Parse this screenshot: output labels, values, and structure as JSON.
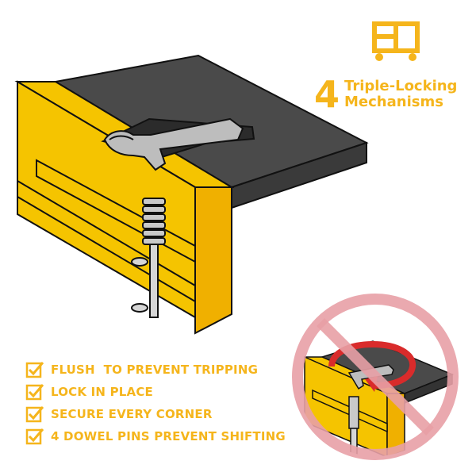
{
  "headline": {
    "number": "4",
    "line1": "Triple-Locking",
    "line2": "Mechanisms"
  },
  "features": [
    "FLUSH  TO PREVENT TRIPPING",
    "LOCK IN PLACE",
    "SECURE EVERY CORNER",
    "4 DOWEL PINS PREVENT SHIFTING"
  ],
  "icons": {
    "top": "cart-frame-icon",
    "check": "checkbox-icon",
    "prohibition": "no-symbol-icon"
  },
  "colors": {
    "accent": "#f5b51c",
    "frame": "#f5c400",
    "panel": "#4a4a4a",
    "prohibition": "#e8a0a6"
  }
}
